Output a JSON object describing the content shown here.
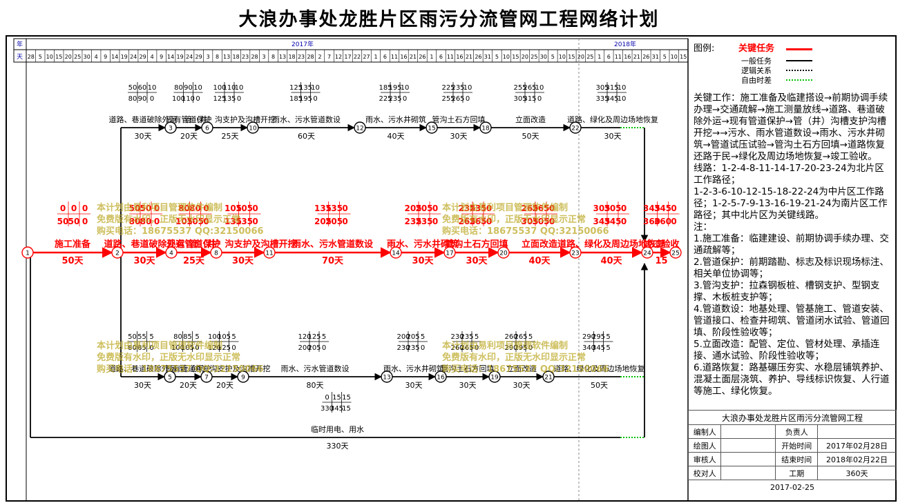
{
  "title": "大浪办事处龙胜片区雨污分流管网工程网络计划",
  "timescale": {
    "year_row_label": "年",
    "day_row_label": "天",
    "year_2017": "2017年",
    "year_2018": "2018年",
    "ticks": [
      "28",
      "5",
      "10",
      "15",
      "20",
      "25",
      "30",
      "4",
      "9",
      "14",
      "19",
      "24",
      "29",
      "4",
      "9",
      "14",
      "19",
      "24",
      "29",
      "3",
      "8",
      "13",
      "18",
      "23",
      "28",
      "3",
      "8",
      "13",
      "18",
      "23",
      "28",
      "2",
      "7",
      "12",
      "17",
      "22",
      "27",
      "1",
      "6",
      "11",
      "16",
      "21",
      "26",
      "1",
      "6",
      "11",
      "16",
      "21",
      "26",
      "31",
      "5",
      "10",
      "15",
      "20",
      "25",
      "30",
      "5",
      "10",
      "15",
      "20",
      "25",
      "1",
      "6",
      "11",
      "16",
      "21",
      "26",
      "31",
      "5",
      "10",
      "15"
    ]
  },
  "legend": {
    "label": "图例:",
    "items": [
      {
        "text": "关键任务",
        "color": "#ff0000"
      },
      {
        "text": "一般任务",
        "color": "#000000"
      },
      {
        "text": "逻辑关系",
        "color": "#000000"
      },
      {
        "text": "自由时差",
        "color": "#00c000"
      }
    ]
  },
  "notes": [
    "关键工作：施工准备及临建搭设→前期协调手续办理→交通疏解→施工测量放线→道路、巷道破除外运→现有管道保护→管（井）沟槽支护沟槽开挖→→污水、雨水管道数设→雨水、污水井砌筑→管道试压试验→管沟土石方回填→道路恢复还路于民→绿化及周边场地恢复→竣工验收。",
    "线路：1-2-4-8-11-14-17-20-23-24为北片区工作路径；",
    "1-2-3-6-10-12-15-18-22-24为中片区工作路径；1-2-5-7-9-13-16-19-21-24为南片区工作路径；其中北片区为关键线路。",
    "注：",
    "1.施工准备：临建建设、前期协调手续办理、交通疏解等；",
    "2.管道保护：前期踏勘、标志及标识现场标注、相关单位协调等；",
    "3.管沟支护：拉森钢板桩、槽钢支护、型钢支撑、木板桩支护等；",
    "4.管道数设：地基处理、管基施工、管道安装、管道接口、检查井砌筑、管道闭水试验、管道回填、阶段性验收等；",
    "5.立面改造：配管、定位、管材处理、承插连接、通水试验、阶段性验收等；",
    "6.道路恢复：路基碾压夯实、水稳层铺筑养护、混凝土面层浇筑、养护、导线标识恢复、人行道等施工、绿化恢复。"
  ],
  "nodes": [
    {
      "id": "1"
    },
    {
      "id": "2"
    },
    {
      "id": "3"
    },
    {
      "id": "4"
    },
    {
      "id": "5"
    },
    {
      "id": "6"
    },
    {
      "id": "7"
    },
    {
      "id": "8"
    },
    {
      "id": "9"
    },
    {
      "id": "10"
    },
    {
      "id": "11"
    },
    {
      "id": "12"
    },
    {
      "id": "13"
    },
    {
      "id": "14"
    },
    {
      "id": "15"
    },
    {
      "id": "16"
    },
    {
      "id": "17"
    },
    {
      "id": "18"
    },
    {
      "id": "19"
    },
    {
      "id": "20"
    },
    {
      "id": "21"
    },
    {
      "id": "22"
    },
    {
      "id": "23"
    },
    {
      "id": "24"
    },
    {
      "id": "25"
    }
  ],
  "tasks": [
    {
      "name": "施工准备",
      "from": "1",
      "to": "2",
      "duration": "50天",
      "critical": true,
      "es": "0",
      "ef": "0",
      "ls": "0",
      "lf": "50",
      "lf2": "50",
      "tf": "0"
    },
    {
      "name": "道路、巷道破除外运",
      "from": "2",
      "to": "4",
      "duration": "30天",
      "critical": true,
      "es": "50",
      "ef": "50",
      "ls": "0",
      "lf": "80",
      "lf2": "80",
      "tf": "0"
    },
    {
      "name": "现有管道保护",
      "from": "4",
      "to": "8",
      "duration": "25天",
      "critical": true,
      "es": "80",
      "ef": "80",
      "ls": "0",
      "lf": "105",
      "lf2": "105",
      "tf": "0"
    },
    {
      "name": "管（井）沟支护及沟槽开挖",
      "from": "8",
      "to": "11",
      "duration": "30天",
      "critical": true,
      "es": "105",
      "ef": "105",
      "ls": "0",
      "lf": "135",
      "lf2": "135",
      "tf": "0"
    },
    {
      "name": "雨水、污水管道数设",
      "from": "11",
      "to": "14",
      "duration": "70天",
      "critical": true,
      "es": "135",
      "ef": "135",
      "ls": "0",
      "lf": "205",
      "lf2": "205",
      "tf": "0"
    },
    {
      "name": "雨水、污水井砌筑",
      "from": "14",
      "to": "17",
      "duration": "30天",
      "critical": true,
      "es": "205",
      "ef": "205",
      "ls": "0",
      "lf": "235",
      "lf2": "235",
      "tf": "0"
    },
    {
      "name": "管沟土石方回填",
      "from": "17",
      "to": "20",
      "duration": "30天",
      "critical": true,
      "es": "235",
      "ef": "235",
      "ls": "0",
      "lf": "265",
      "lf2": "265",
      "tf": "0"
    },
    {
      "name": "立面改造",
      "from": "20",
      "to": "23",
      "duration": "40天",
      "critical": true,
      "es": "265",
      "ef": "265",
      "ls": "0",
      "lf": "305",
      "lf2": "305",
      "tf": "0"
    },
    {
      "name": "道路、绿化及周边场地恢复",
      "from": "23",
      "to": "24",
      "duration": "40天",
      "critical": true,
      "es": "305",
      "ef": "305",
      "ls": "0",
      "lf": "345",
      "lf2": "345",
      "tf": "0"
    },
    {
      "name": "竣工验收",
      "from": "24",
      "to": "25",
      "duration": "15",
      "critical": true,
      "es": "345",
      "ef": "345",
      "ls": "0",
      "lf": "360",
      "lf2": "360",
      "tf": "0"
    },
    {
      "name": "道路、巷道破除外运",
      "from": "2",
      "to": "3",
      "duration": "30天",
      "critical": false,
      "es": "50",
      "ef": "60",
      "ls": "10",
      "lf": "80",
      "lf2": "90",
      "tf": "0"
    },
    {
      "name": "现有管道保护",
      "from": "3",
      "to": "6",
      "duration": "20天",
      "critical": false,
      "es": "80",
      "ef": "90",
      "ls": "10",
      "lf": "100",
      "lf2": "110",
      "tf": "0"
    },
    {
      "name": "管（井）沟支护及沟槽开挖",
      "from": "6",
      "to": "10",
      "duration": "25天",
      "critical": false,
      "es": "100",
      "ef": "110",
      "ls": "10",
      "lf": "125",
      "lf2": "135",
      "tf": "0"
    },
    {
      "name": "雨水、污水管道数设",
      "from": "10",
      "to": "12",
      "duration": "60天",
      "critical": false,
      "es": "125",
      "ef": "135",
      "ls": "10",
      "lf": "185",
      "lf2": "195",
      "tf": "0"
    },
    {
      "name": "雨水、污水井砌筑",
      "from": "12",
      "to": "15",
      "duration": "40天",
      "critical": false,
      "es": "185",
      "ef": "195",
      "ls": "10",
      "lf": "225",
      "lf2": "235",
      "tf": "0"
    },
    {
      "name": "管沟土石方回填",
      "from": "15",
      "to": "18",
      "duration": "30天",
      "critical": false,
      "es": "225",
      "ef": "235",
      "ls": "10",
      "lf": "255",
      "lf2": "265",
      "tf": "0"
    },
    {
      "name": "立面改造",
      "from": "18",
      "to": "22",
      "duration": "50天",
      "critical": false,
      "es": "255",
      "ef": "265",
      "ls": "10",
      "lf": "305",
      "lf2": "315",
      "tf": "0"
    },
    {
      "name": "道路、绿化及周边场地恢复",
      "from": "22",
      "to": "24",
      "duration": "30天",
      "critical": false,
      "es": "305",
      "ef": "315",
      "ls": "10",
      "lf": "335",
      "lf2": "345",
      "tf": "10"
    },
    {
      "name": "道路、巷道破除外运",
      "from": "2",
      "to": "5",
      "duration": "30天",
      "critical": false,
      "es": "50",
      "ef": "55",
      "ls": "5",
      "lf": "80",
      "lf2": "85",
      "tf": "0"
    },
    {
      "name": "现有管道保护",
      "from": "5",
      "to": "7",
      "duration": "20天",
      "critical": false,
      "es": "80",
      "ef": "85",
      "ls": "5",
      "lf": "100",
      "lf2": "105",
      "tf": "0"
    },
    {
      "name": "管（井）沟支护及沟槽开挖",
      "from": "7",
      "to": "9",
      "duration": "20天",
      "critical": false,
      "es": "100",
      "ef": "105",
      "ls": "5",
      "lf": "120",
      "lf2": "125",
      "tf": "0"
    },
    {
      "name": "雨水、污水管道数设",
      "from": "9",
      "to": "13",
      "duration": "80天",
      "critical": false,
      "es": "120",
      "ef": "125",
      "ls": "5",
      "lf": "200",
      "lf2": "205",
      "tf": "0"
    },
    {
      "name": "雨水、污水井砌筑",
      "from": "13",
      "to": "16",
      "duration": "30天",
      "critical": false,
      "es": "200",
      "ef": "205",
      "ls": "5",
      "lf": "230",
      "lf2": "235",
      "tf": "0"
    },
    {
      "name": "管沟土石方回填",
      "from": "16",
      "to": "19",
      "duration": "30天",
      "critical": false,
      "es": "230",
      "ef": "235",
      "ls": "5",
      "lf": "260",
      "lf2": "265",
      "tf": "0"
    },
    {
      "name": "立面改造",
      "from": "19",
      "to": "21",
      "duration": "30天",
      "critical": false,
      "es": "260",
      "ef": "265",
      "ls": "5",
      "lf": "290",
      "lf2": "295",
      "tf": "0"
    },
    {
      "name": "道路、绿化及周边场地恢复",
      "from": "21",
      "to": "24",
      "duration": "50天",
      "critical": false,
      "es": "290",
      "ef": "295",
      "ls": "5",
      "lf": "340",
      "lf2": "345",
      "tf": "5"
    },
    {
      "name": "临时用电、用水",
      "from": "1",
      "to": "24",
      "duration": "330天",
      "critical": false,
      "es": "0",
      "ef": "15",
      "ls": "15",
      "lf": "330",
      "lf2": "345",
      "tf": "15"
    }
  ],
  "watermark": {
    "line1": "本计划由易利项目管理软件编制",
    "line2": "免费版有水印，正版无水印显示正常",
    "line3": "购买电话：18675537 QQ:32150066"
  },
  "titleblock": {
    "project": "大浪办事处龙胜片区雨污分流管网工程",
    "rows": [
      {
        "k1": "编制人",
        "v1": "",
        "k2": "负责人",
        "v2": ""
      },
      {
        "k1": "绘图人",
        "v1": "",
        "k2": "开始时间",
        "v2": "2017年02月28日"
      },
      {
        "k1": "审核人",
        "v1": "",
        "k2": "结束时间",
        "v2": "2018年02月22日"
      },
      {
        "k1": "校对人",
        "v1": "",
        "k2": "工期",
        "v2": "360天"
      }
    ],
    "date": "2017-02-25"
  }
}
